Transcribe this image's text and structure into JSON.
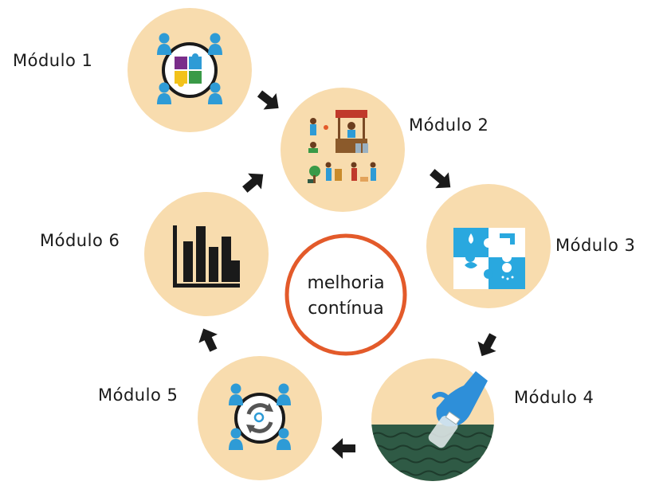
{
  "modules": [
    {
      "label": "Módulo 1",
      "icon": "team-puzzle-icon"
    },
    {
      "label": "Módulo 2",
      "icon": "market-community-icon"
    },
    {
      "label": "Módulo 3",
      "icon": "water-puzzle-icon"
    },
    {
      "label": "Módulo 4",
      "icon": "water-sampling-icon"
    },
    {
      "label": "Módulo 5",
      "icon": "team-review-icon"
    },
    {
      "label": "Módulo 6",
      "icon": "bar-chart-icon"
    }
  ],
  "center": {
    "line1": "melhoria",
    "line2": "contínua"
  },
  "colors": {
    "circle_fill": "#f8dcae",
    "center_ring": "#e35a2a",
    "arrow": "#1a1a1a",
    "people_blue": "#2e9bd6",
    "water_dark": "#2f5a45"
  }
}
